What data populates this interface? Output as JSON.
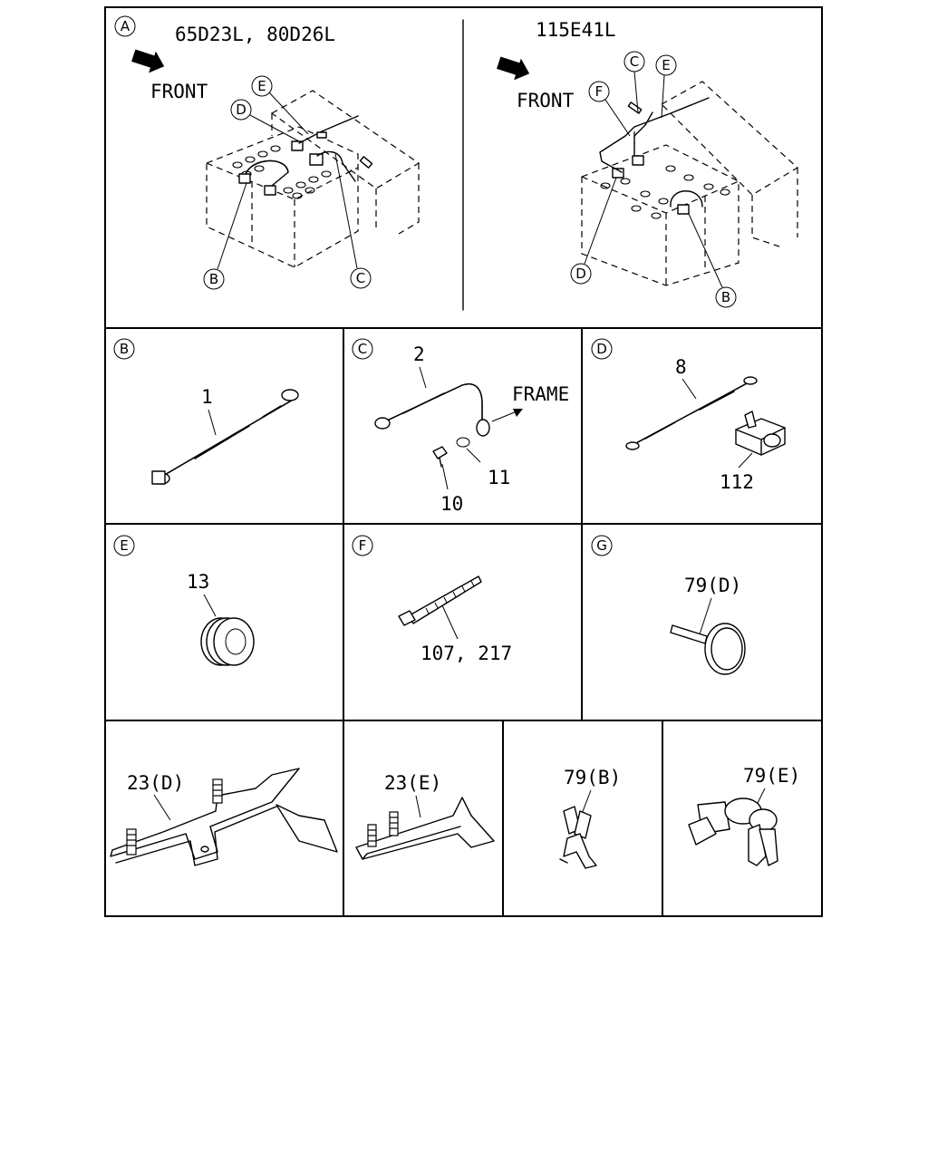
{
  "callouts": {
    "a": "A",
    "b": "B",
    "c": "C",
    "d": "D",
    "e": "E",
    "f": "F",
    "g": "G"
  },
  "panel_a": {
    "left_title": "65D23L, 80D26L",
    "right_title": "115E41L",
    "front_label": "FRONT"
  },
  "panel_b": {
    "part": "1"
  },
  "panel_c": {
    "cable": "2",
    "bolt": "10",
    "washer": "11",
    "frame_label": "FRAME"
  },
  "panel_d": {
    "cable": "8",
    "terminal": "112"
  },
  "panel_e": {
    "grommet": "13"
  },
  "panel_f": {
    "tie": "107, 217"
  },
  "panel_g": {
    "clip": "79(D)"
  },
  "bottom": {
    "bracket_d": "23(D)",
    "bracket_e": "23(E)",
    "clip_b": "79(B)",
    "clip_e": "79(E)"
  }
}
